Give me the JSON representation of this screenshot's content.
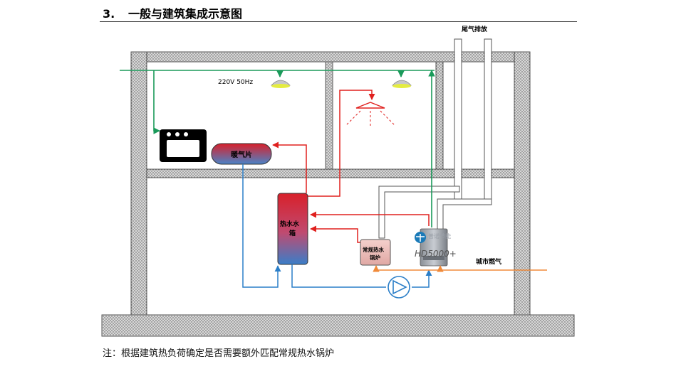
{
  "section": {
    "number": "3.",
    "title": "一般与建筑集成示意图"
  },
  "labels": {
    "exhaust": "尾气排放",
    "power": "220V 50Hz",
    "radiator": "暖气片",
    "tank_line1": "热水水",
    "tank_line2": "箱",
    "boiler_line1": "常规热水",
    "boiler_line2": "锅炉",
    "unit_logo": "普诺节能",
    "unit_model": "HD5000+",
    "city_gas": "城市燃气"
  },
  "note": "注：根据建筑热负荷确定是否需要额外匹配常规热水锅炉",
  "colors": {
    "power_line": "#1a9a5a",
    "hot_pipe": "#e0201e",
    "cold_pipe": "#2a7ec8",
    "gas_pipe": "#f08a3a",
    "tank_top": "#d8202a",
    "tank_bottom": "#3a7ec8"
  }
}
